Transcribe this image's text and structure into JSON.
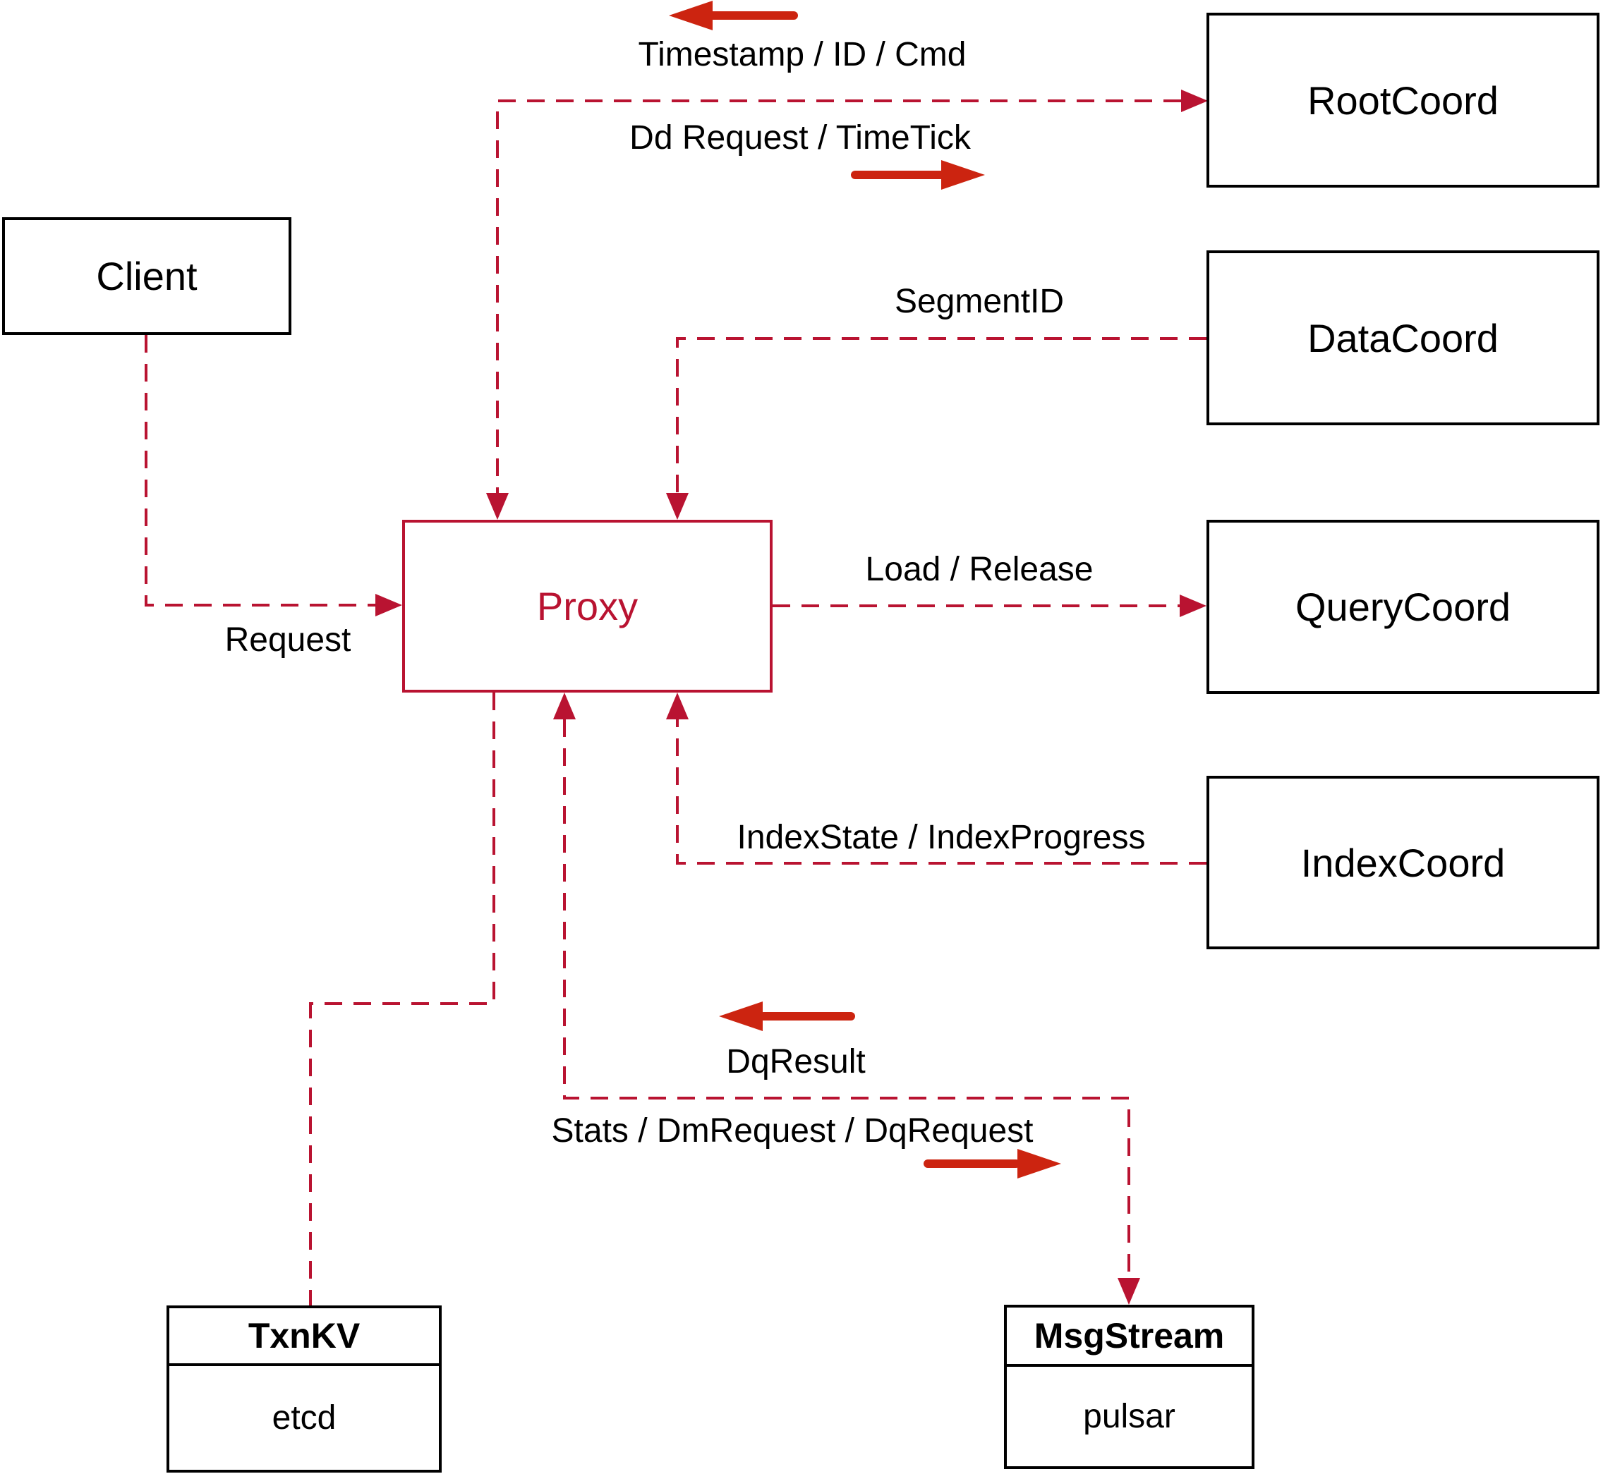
{
  "diagram": {
    "nodes": {
      "client": {
        "label": "Client"
      },
      "proxy": {
        "label": "Proxy"
      },
      "root_coord": {
        "label": "RootCoord"
      },
      "data_coord": {
        "label": "DataCoord"
      },
      "query_coord": {
        "label": "QueryCoord"
      },
      "index_coord": {
        "label": "IndexCoord"
      },
      "txn_kv": {
        "title": "TxnKV",
        "impl": "etcd"
      },
      "msg_stream": {
        "title": "MsgStream",
        "impl": "pulsar"
      }
    },
    "edge_labels": {
      "timestamp_id_cmd": "Timestamp / ID / Cmd",
      "dd_request_timetick": "Dd Request / TimeTick",
      "segment_id": "SegmentID",
      "request": "Request",
      "load_release": "Load / Release",
      "index_state_progress": "IndexState / IndexProgress",
      "dq_result": "DqResult",
      "stats_dm_dq_request": "Stats / DmRequest / DqRequest"
    },
    "colors": {
      "dashed_line": "#b91331",
      "solid_arrow": "#cc2410",
      "box_border": "#000000",
      "proxy_accent": "#b91331",
      "text": "#000000",
      "background": "#ffffff"
    }
  }
}
